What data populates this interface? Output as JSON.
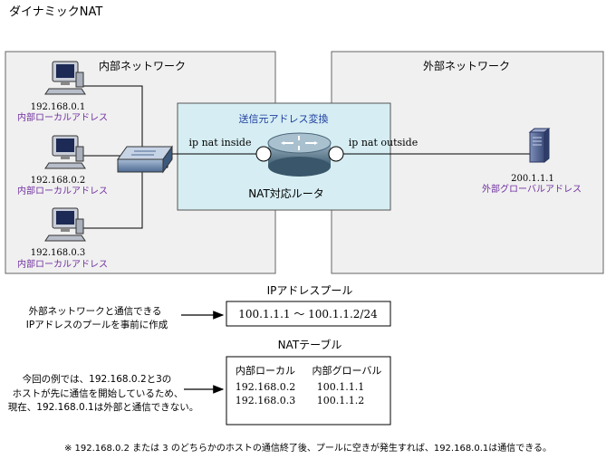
{
  "title": "ダイナミックNAT",
  "internal_network": {
    "label": "内部ネットワーク",
    "hosts": [
      {
        "ip": "192.168.0.1",
        "role": "内部ローカルアドレス"
      },
      {
        "ip": "192.168.0.2",
        "role": "内部ローカルアドレス"
      },
      {
        "ip": "192.168.0.3",
        "role": "内部ローカルアドレス"
      }
    ]
  },
  "external_network": {
    "label": "外部ネットワーク",
    "server": {
      "ip": "200.1.1.1",
      "role": "外部グローバルアドレス"
    }
  },
  "router": {
    "conversion_label": "送信元アドレス変換",
    "inside_label": "ip nat inside",
    "outside_label": "ip nat outside",
    "name": "NAT対応ルータ"
  },
  "pool": {
    "title": "IPアドレスプール",
    "range": "100.1.1.1 ～ 100.1.1.2/24",
    "note_line1": "外部ネットワークと通信できる",
    "note_line2": "IPアドレスのプールを事前に作成"
  },
  "nat_table": {
    "title": "NATテーブル",
    "headers": [
      "内部ローカル",
      "内部グローバル"
    ],
    "rows": [
      [
        "192.168.0.2",
        "100.1.1.1"
      ],
      [
        "192.168.0.3",
        "100.1.1.2"
      ]
    ],
    "note_line1": "今回の例では、192.168.0.2と3の",
    "note_line2": "ホストが先に通信を開始しているため、",
    "note_line3": "現在、192.168.0.1は外部と通信できない。"
  },
  "footnote": "※ 192.168.0.2 または 3 のどちらかのホストの通信終了後、プールに空きが発生すれば、192.168.0.1は通信できる。",
  "colors": {
    "purple": "#7030a0",
    "blue": "#1f3fa0",
    "panel_bg": "#f0f0f0",
    "router_bg": "#d6eef3"
  }
}
